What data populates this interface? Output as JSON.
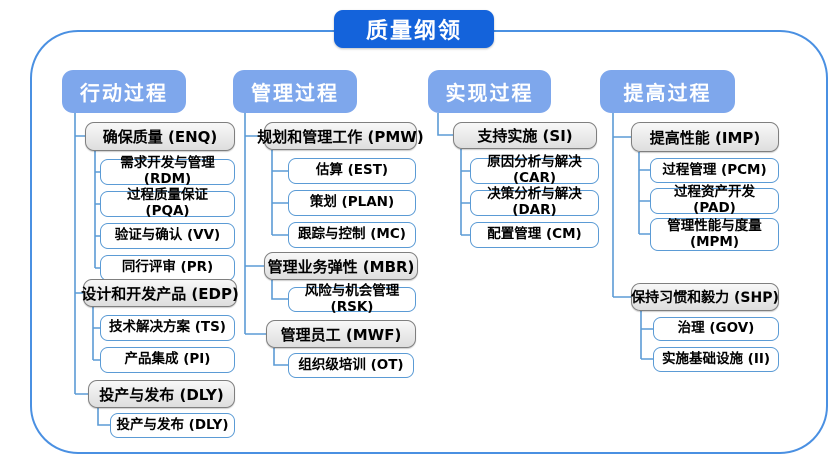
{
  "title": "质量纲领",
  "colors": {
    "title_fill": "#1463db",
    "header_fill": "#7ea7ec",
    "connector": "#5b9bd5",
    "frame_border": "#4a90e2",
    "group_border": "#7f7f7f",
    "group_fill": "#e9e9e9",
    "leaf_border": "#5b9bd5"
  },
  "columns": [
    {
      "header": "行动过程",
      "groups": [
        {
          "label": "确保质量 (ENQ)",
          "children": [
            "需求开发与管理 (RDM)",
            "过程质量保证 (PQA)",
            "验证与确认 (VV)",
            "同行评审 (PR)"
          ]
        },
        {
          "label": "设计和开发产品 (EDP)",
          "children": [
            "技术解决方案 (TS)",
            "产品集成 (PI)"
          ]
        },
        {
          "label": "投产与发布 (DLY)",
          "children": [
            "投产与发布 (DLY)"
          ]
        }
      ]
    },
    {
      "header": "管理过程",
      "groups": [
        {
          "label": "规划和管理工作 (PMW)",
          "children": [
            "估算 (EST)",
            "策划 (PLAN)",
            "跟踪与控制 (MC)"
          ]
        },
        {
          "label": "管理业务弹性 (MBR)",
          "children": [
            "风险与机会管理 (RSK)"
          ]
        },
        {
          "label": "管理员工 (MWF)",
          "children": [
            "组织级培训 (OT)"
          ]
        }
      ]
    },
    {
      "header": "实现过程",
      "groups": [
        {
          "label": "支持实施 (SI)",
          "children": [
            "原因分析与解决 (CAR)",
            "决策分析与解决 (DAR)",
            "配置管理 (CM)"
          ]
        }
      ]
    },
    {
      "header": "提高过程",
      "groups": [
        {
          "label": "提高性能 (IMP)",
          "children": [
            "过程管理 (PCM)",
            "过程资产开发 (PAD)",
            "管理性能与度量 (MPM)"
          ]
        },
        {
          "label": "保持习惯和毅力 (SHP)",
          "children": [
            "治理 (GOV)",
            "实施基础设施 (II)"
          ]
        }
      ]
    }
  ]
}
